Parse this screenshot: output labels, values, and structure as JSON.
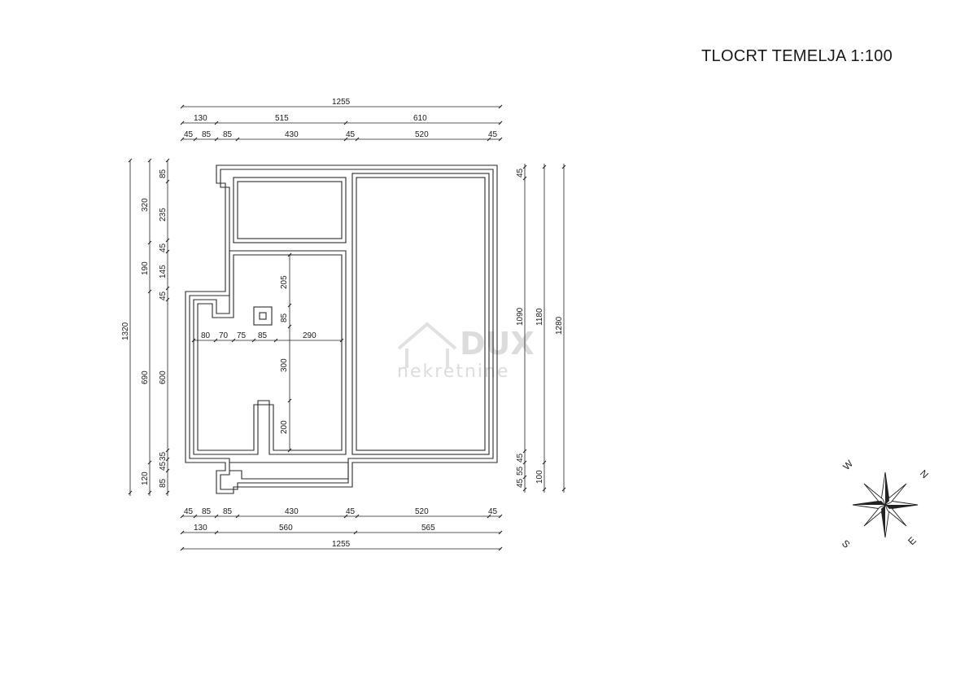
{
  "drawing": {
    "title": "TLOCRT TEMELJA 1:100",
    "top_dims": {
      "overall": "1255",
      "mid": [
        "130",
        "515",
        "610"
      ],
      "detail": [
        "45",
        "85",
        "85",
        "430",
        "45",
        "520",
        "45"
      ]
    },
    "bottom_dims": {
      "detail": [
        "45",
        "85",
        "85",
        "430",
        "45",
        "520",
        "45"
      ],
      "mid": [
        "130",
        "560",
        "565"
      ],
      "overall": "1255"
    },
    "left_dims": {
      "overall": "1320",
      "mid": [
        "320",
        "190",
        "690",
        "120"
      ],
      "detail": [
        "85",
        "235",
        "45",
        "145",
        "45",
        "600",
        "35",
        "45",
        "85"
      ]
    },
    "right_dims": {
      "detail": [
        "45",
        "1090",
        "45",
        "55",
        "45"
      ],
      "mid": [
        "1180",
        "100"
      ],
      "overall": "1280"
    },
    "interior_dims": {
      "horizontal": [
        "80",
        "70",
        "75",
        "85",
        "290"
      ],
      "vertical": [
        "205",
        "85",
        "300",
        "200"
      ]
    },
    "watermark": {
      "brand": "DUX",
      "sub": "nekretnine"
    },
    "compass": {
      "n": "N",
      "e": "E",
      "s": "S",
      "w": "W"
    }
  }
}
